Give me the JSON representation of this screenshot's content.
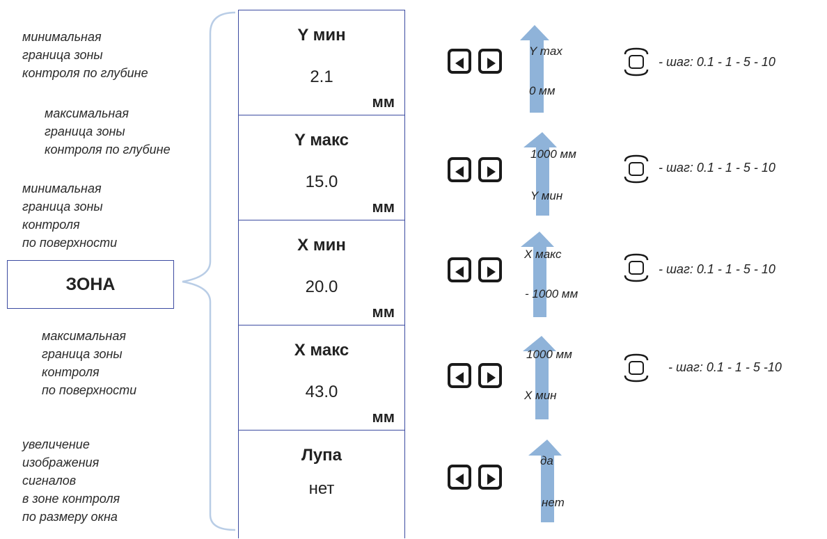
{
  "left_descriptions": [
    [
      "минимальная",
      "граница зоны",
      "контроля по глубине"
    ],
    [
      "максимальная",
      "граница зоны",
      "контроля по глубине"
    ],
    [
      "минимальная",
      "граница зоны",
      "контроля",
      "по  поверхности"
    ],
    [
      "максимальная",
      "граница зоны",
      "контроля",
      "по поверхности"
    ],
    [
      "увеличение",
      "изображения",
      "сигналов",
      "в зоне контроля",
      "по размеру окна"
    ]
  ],
  "zona_label": "ЗОНА",
  "menu": [
    {
      "title": "Y мин",
      "value": "2.1",
      "unit": "мм"
    },
    {
      "title": "Y макс",
      "value": "15.0",
      "unit": "мм"
    },
    {
      "title": "X мин",
      "value": "20.0",
      "unit": "мм"
    },
    {
      "title": "X макс",
      "value": "43.0",
      "unit": "мм"
    },
    {
      "title": "Лупа",
      "value": "нет",
      "unit": ""
    }
  ],
  "ranges": [
    {
      "top": "Y max",
      "bottom": "0 мм"
    },
    {
      "top": "1000 мм",
      "bottom": "Y мин"
    },
    {
      "top": "X макс",
      "bottom": "- 1000 мм"
    },
    {
      "top": "1000 мм",
      "bottom": "X мин"
    },
    {
      "top": "да",
      "bottom": "нет"
    }
  ],
  "steps": [
    "- шаг: 0.1 - 1 - 5 - 10",
    "- шаг: 0.1 - 1 - 5 - 10",
    "- шаг: 0.1 - 1 - 5 - 10",
    "- шаг: 0.1 - 1 - 5 -10"
  ],
  "colors": {
    "frame": "#3b4aa0",
    "arrow": "#8fb3d9",
    "brace": "#b9cde6",
    "key": "#1a1a1a"
  },
  "icons": {
    "nav": "left-right-arrow-keys-icon",
    "step": "step-button-icon",
    "range": "up-arrow-icon"
  }
}
